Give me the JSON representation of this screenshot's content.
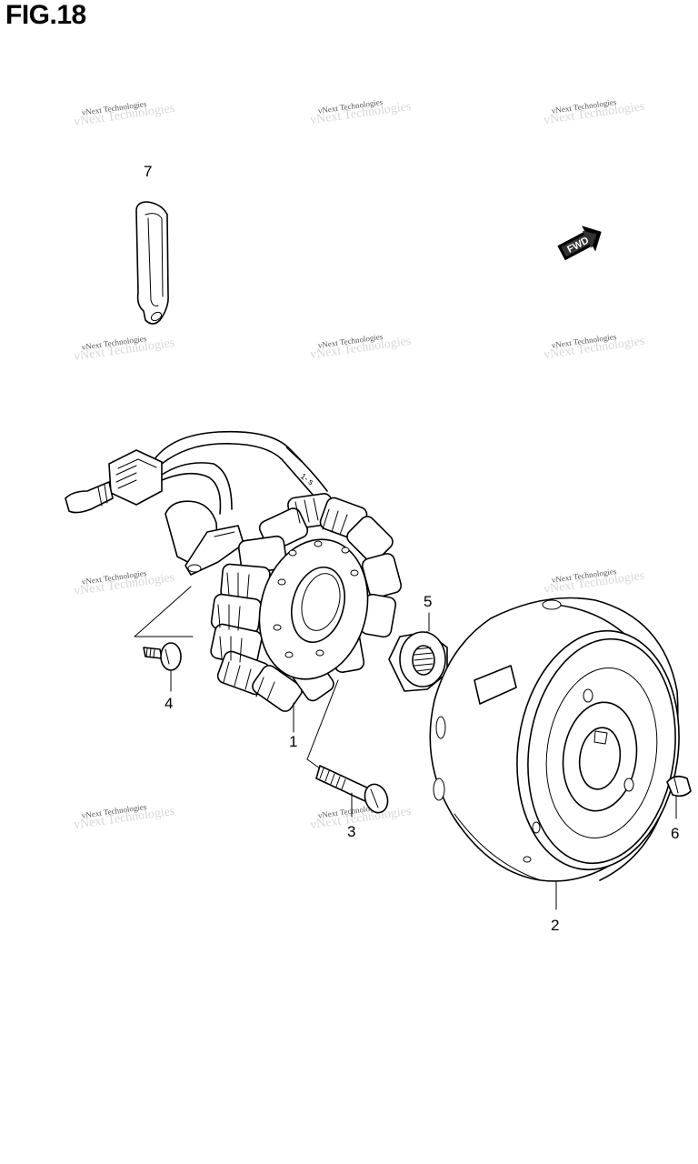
{
  "figure": {
    "title": "FIG.18"
  },
  "watermark": {
    "text": "vNext Technologies"
  },
  "direction_badge": {
    "label": "FWD"
  },
  "callouts": {
    "c1": "1",
    "c2": "2",
    "c3": "3",
    "c4": "4",
    "c5": "5",
    "c6": "6",
    "c7": "7"
  }
}
